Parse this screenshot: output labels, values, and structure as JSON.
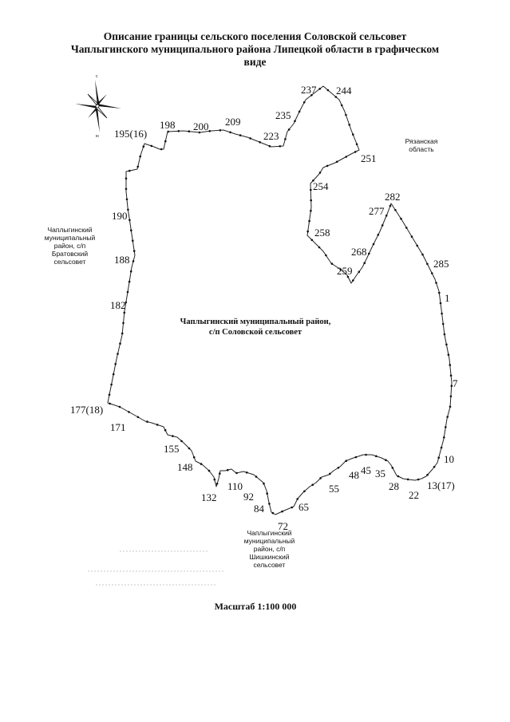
{
  "title": {
    "line1": "Описание границы сельского поселения Соловской сельсовет",
    "line2": "Чаплыгинского муниципального района Липецкой области в графическом",
    "line3": "виде"
  },
  "compass": {
    "north_letter": "с",
    "south_letter": "ю"
  },
  "regions": {
    "ryazan": "Рязанская\nобласть",
    "bratovsky": "Чаплыгинский\nмуниципальный\nрайон, с/п\nБратовский\nсельсовет",
    "shishkinsky": "Чаплыгинский\nмуниципальный\nрайон, с/п\nШишкинский\nсельсовет",
    "main_line1": "Чаплыгинский муниципальный район,",
    "main_line2": "с/п Соловской сельсовет"
  },
  "scale": "Масштаб 1:100 000",
  "point_labels": [
    "1",
    "7",
    "10",
    "13(17)",
    "22",
    "28",
    "35",
    "45",
    "48",
    "55",
    "65",
    "72",
    "84",
    "92",
    "110",
    "132",
    "148",
    "155",
    "171",
    "177(18)",
    "182",
    "188",
    "190",
    "195(16)",
    "198",
    "200",
    "209",
    "223",
    "235",
    "237",
    "244",
    "251",
    "254",
    "258",
    "259",
    "268",
    "277",
    "282",
    "285"
  ],
  "colors": {
    "line": "#222222",
    "text": "#111111"
  }
}
